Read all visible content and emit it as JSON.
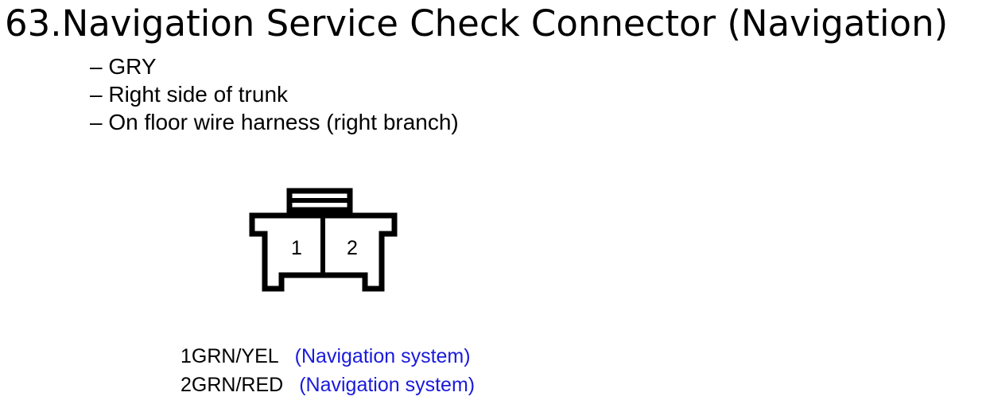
{
  "title": "63.Navigation Service Check Connector (Navigation)",
  "specs": [
    "– GRY",
    "– Right side of trunk",
    "– On floor wire harness (right branch)"
  ],
  "connector": {
    "icon": "two-pin-connector-icon",
    "cavity_labels": [
      "1",
      "2"
    ]
  },
  "pins": [
    {
      "number": "1",
      "wire": "GRN/YEL",
      "description": "(Navigation system)"
    },
    {
      "number": "2",
      "wire": "GRN/RED",
      "description": "(Navigation system)"
    }
  ],
  "colors": {
    "text": "#000000",
    "description": "#1a1adc",
    "outline": "#000000"
  }
}
